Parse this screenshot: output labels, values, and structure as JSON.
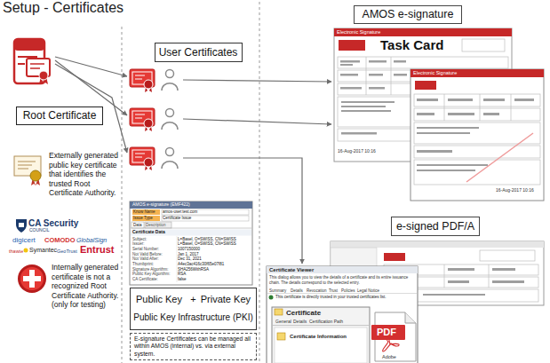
{
  "diagram": {
    "title": "Setup - Certificates",
    "nodes": [
      {
        "text": [
          "Root Certificate"
        ]
      },
      {
        "text": [
          "User Certificates"
        ]
      },
      {
        "text": [
          "AMOS e-signature"
        ]
      },
      {
        "text": [
          "Electronic Signature",
          "Task Card",
          "16-Aug-2017 10:16"
        ]
      },
      {
        "text": [
          "Electronic Signature",
          "16-Aug-2017 10:16"
        ]
      },
      {
        "text": [
          "AMOS e-signature (EMF422)",
          "Know Name",
          "amos-user.test.com",
          "Issue Type",
          "Certificate Issue",
          "Data",
          "Description",
          "Certificate Data",
          "Subject:",
          "L=Basel, O=SWISS, CN=SWISS",
          "Issuer:",
          "L=Basel, O=SWISS, CN=SWISS",
          "Serial Number:",
          "1007150000",
          "Not Valid Before:",
          "Jan 1, 2017",
          "Not Valid After:",
          "Dec 31, 2021",
          "Thumbprint:",
          "A4ec3ac416c30f65e07f81",
          "Signature Algorithm:",
          "SHA256WithRSA",
          "Public Key Algorithm:",
          "RSA",
          "CA Certificate:",
          "false"
        ]
      },
      {
        "text": [
          "e-signed PDF/A"
        ]
      },
      {
        "text": [
          "Certificate Viewer",
          "This dialog allows you to view the details of a certificate and its entire issuance chain. The details correspond to the selected entry.",
          "Summary",
          "Details",
          "Revocation",
          "Trust",
          "Policies",
          "Legal Notice",
          "This certificate is directly trusted in your trusted certificates list."
        ]
      },
      {
        "text": [
          "Certificate",
          "General",
          "Details",
          "Certification Path",
          "Certificate Information"
        ],
        "in": 7
      },
      {
        "text": [
          "Public Key",
          "+",
          "Private Key",
          "Public Key Infrastructure (PKI)"
        ]
      },
      {
        "text": [
          "E-signature Certificates can be managed all within AMOS (internal) vs. via external system."
        ]
      }
    ],
    "labels": [
      "Externally generated public key certificate that identifies the trusted Root Certificate Authority.",
      "CA Security",
      "COUNCIL",
      "digicert",
      "COMODO",
      "GlobalSign",
      "thawte",
      "Symantec",
      "GeoTrust",
      "Entrust",
      "Internally generated certificate is not a recognized Root Certificate Authority. (only for testing)",
      "PDF",
      "Adobe"
    ]
  }
}
